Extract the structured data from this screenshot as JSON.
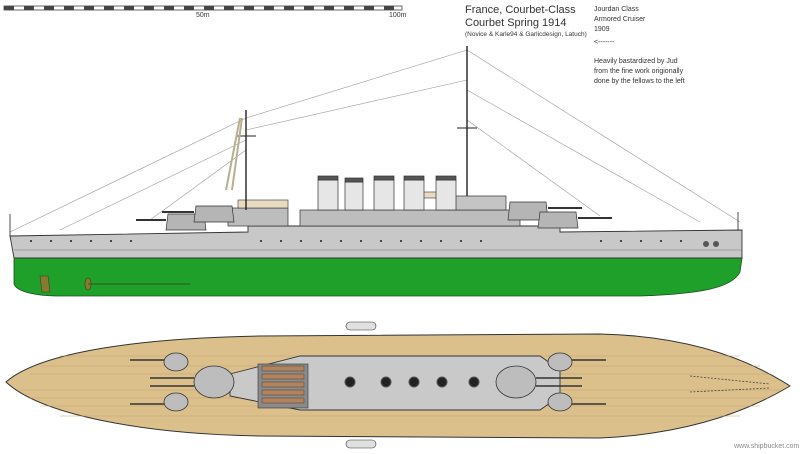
{
  "scale": {
    "mark_50": "50m",
    "mark_100": "100m"
  },
  "title": {
    "line1": "France, Courbet-Class",
    "line2": "Courbet Spring 1914",
    "credits": "(Novice & Karle94 & Garlicdesign, Latuch)"
  },
  "note": {
    "class_name": "Jourdan Class",
    "type": "Armored Cruiser",
    "year": "1909",
    "arrow": "<-------",
    "remark": "Heavily bastardized by Jud\nfrom the fine work origionally\ndone by the fellows to the left"
  },
  "watermark": "www.shipbucket.com",
  "colors": {
    "hull_gray": "#c8c8c8",
    "waterline_green": "#1fa02a",
    "deck_wood": "#dcc08c",
    "superstructure": "#bdbdbd",
    "funnel": "#e6e6e6",
    "outline": "#333333"
  }
}
